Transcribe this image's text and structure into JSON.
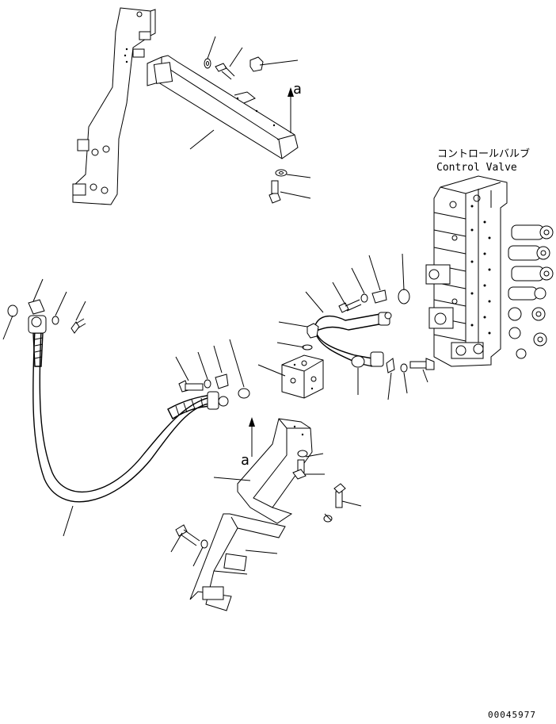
{
  "labels": {
    "control_valve_jp": "コントロールバルブ",
    "control_valve_en": "Control Valve",
    "view_marker_top": "a",
    "view_marker_bottom": "a"
  },
  "drawing_number": "00045977"
}
